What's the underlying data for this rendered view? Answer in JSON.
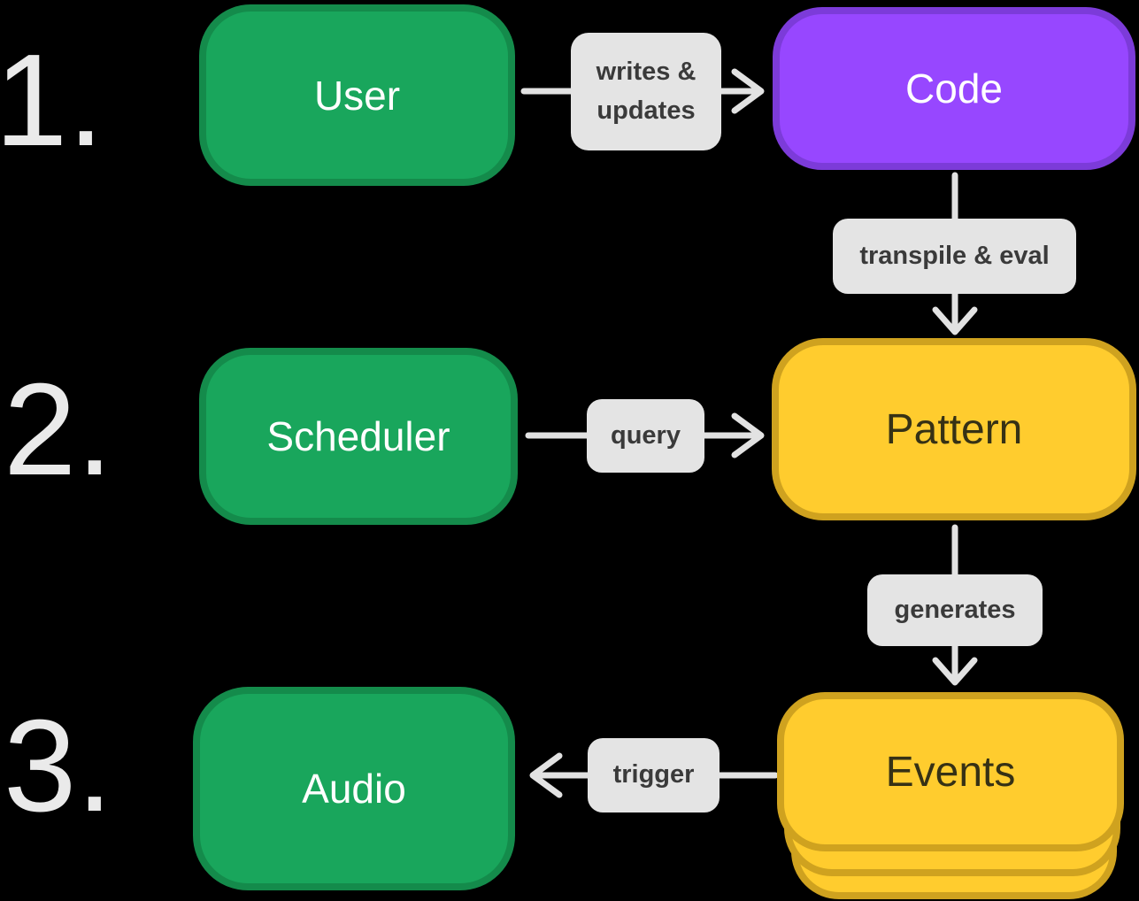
{
  "colors": {
    "background": "#000000",
    "green_fill": "#19A65C",
    "green_border": "#148B4B",
    "purple_fill": "#9747FF",
    "purple_border": "#7C3BD9",
    "yellow_fill": "#FFCC2E",
    "yellow_border": "#CFA21F",
    "label_bg": "#E4E4E4",
    "label_text": "#3A3A3A",
    "arrow": "#E2E2E2",
    "number_text": "#EAEAEA",
    "node_text_light": "#FFFFFF",
    "node_text_dark": "#363115"
  },
  "diagram": {
    "type": "flowchart",
    "steps": {
      "one": "1.",
      "two": "2.",
      "three": "3."
    },
    "nodes": {
      "user": {
        "label": "User",
        "color": "green"
      },
      "code": {
        "label": "Code",
        "color": "purple"
      },
      "scheduler": {
        "label": "Scheduler",
        "color": "green"
      },
      "pattern": {
        "label": "Pattern",
        "color": "yellow"
      },
      "events": {
        "label": "Events",
        "color": "yellow",
        "stacked": true
      },
      "audio": {
        "label": "Audio",
        "color": "green"
      }
    },
    "edges": {
      "writes_updates": {
        "label": "writes & updates",
        "from": "User",
        "to": "Code"
      },
      "transpile_eval": {
        "label": "transpile & eval",
        "from": "Code",
        "to": "Pattern"
      },
      "query": {
        "label": "query",
        "from": "Scheduler",
        "to": "Pattern"
      },
      "generates": {
        "label": "generates",
        "from": "Pattern",
        "to": "Events"
      },
      "trigger": {
        "label": "trigger",
        "from": "Events",
        "to": "Audio"
      }
    }
  }
}
